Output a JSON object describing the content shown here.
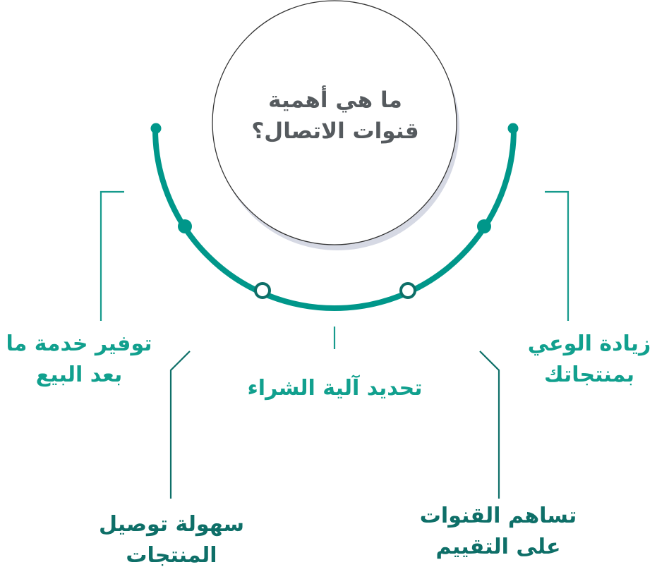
{
  "center": {
    "title_line1": "ما هي أهمية",
    "title_line2": "قنوات الاتصال؟"
  },
  "items": [
    {
      "line1": "زيادة الوعي",
      "line2": "بمنتجاتك"
    },
    {
      "line1": "توفير خدمة ما",
      "line2": "بعد البيع"
    },
    {
      "line1": "تحديد آلية الشراء",
      "line2": ""
    },
    {
      "line1": "تساهم القنوات",
      "line2": "على التقييم"
    },
    {
      "line1": "سهولة توصيل",
      "line2": "المنتجات"
    }
  ],
  "colors": {
    "arc": "#00978a",
    "leader_teal": "#169a8c",
    "leader_dark": "#0e6f68",
    "circle_stroke": "#333333",
    "circle_shadow": "#d6d9e4",
    "title": "#555a5e",
    "label_teal": "#11a08e",
    "label_dark": "#0e6f68"
  }
}
